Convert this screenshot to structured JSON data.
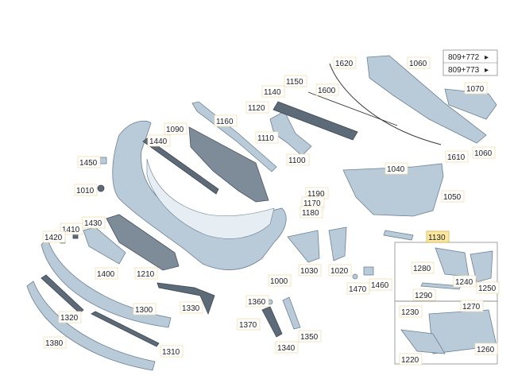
{
  "diagram": {
    "references": [
      {
        "id": "ref-1",
        "text": "809+772"
      },
      {
        "id": "ref-2",
        "text": "809+773"
      }
    ],
    "arrow_glyph": "▸",
    "highlight_color": "#fce7a0",
    "part_color": "#b9cbd9",
    "labels": [
      {
        "id": "1620",
        "text": "1620"
      },
      {
        "id": "1060a",
        "text": "1060"
      },
      {
        "id": "1150",
        "text": "1150"
      },
      {
        "id": "1600",
        "text": "1600"
      },
      {
        "id": "1070",
        "text": "1070"
      },
      {
        "id": "1140",
        "text": "1140"
      },
      {
        "id": "1120",
        "text": "1120"
      },
      {
        "id": "1160",
        "text": "1160"
      },
      {
        "id": "1090",
        "text": "1090"
      },
      {
        "id": "1440",
        "text": "1440"
      },
      {
        "id": "1110",
        "text": "1110"
      },
      {
        "id": "1100",
        "text": "1100"
      },
      {
        "id": "1610",
        "text": "1610"
      },
      {
        "id": "1060b",
        "text": "1060"
      },
      {
        "id": "1450",
        "text": "1450"
      },
      {
        "id": "1040",
        "text": "1040"
      },
      {
        "id": "1010",
        "text": "1010"
      },
      {
        "id": "1190",
        "text": "1190"
      },
      {
        "id": "1170",
        "text": "1170"
      },
      {
        "id": "1180",
        "text": "1180"
      },
      {
        "id": "1050",
        "text": "1050"
      },
      {
        "id": "1430",
        "text": "1430"
      },
      {
        "id": "1410",
        "text": "1410"
      },
      {
        "id": "1420",
        "text": "1420"
      },
      {
        "id": "1130",
        "text": "1130"
      },
      {
        "id": "1280",
        "text": "1280"
      },
      {
        "id": "1400",
        "text": "1400"
      },
      {
        "id": "1210",
        "text": "1210"
      },
      {
        "id": "1030",
        "text": "1030"
      },
      {
        "id": "1020",
        "text": "1020"
      },
      {
        "id": "1240",
        "text": "1240"
      },
      {
        "id": "1000",
        "text": "1000"
      },
      {
        "id": "1470",
        "text": "1470"
      },
      {
        "id": "1460",
        "text": "1460"
      },
      {
        "id": "1250",
        "text": "1250"
      },
      {
        "id": "1290",
        "text": "1290"
      },
      {
        "id": "1360",
        "text": "1360"
      },
      {
        "id": "1300",
        "text": "1300"
      },
      {
        "id": "1330",
        "text": "1330"
      },
      {
        "id": "1270",
        "text": "1270"
      },
      {
        "id": "1230",
        "text": "1230"
      },
      {
        "id": "1320",
        "text": "1320"
      },
      {
        "id": "1370",
        "text": "1370"
      },
      {
        "id": "1350",
        "text": "1350"
      },
      {
        "id": "1380",
        "text": "1380"
      },
      {
        "id": "1340",
        "text": "1340"
      },
      {
        "id": "1260",
        "text": "1260"
      },
      {
        "id": "1310",
        "text": "1310"
      },
      {
        "id": "1220",
        "text": "1220"
      }
    ]
  }
}
